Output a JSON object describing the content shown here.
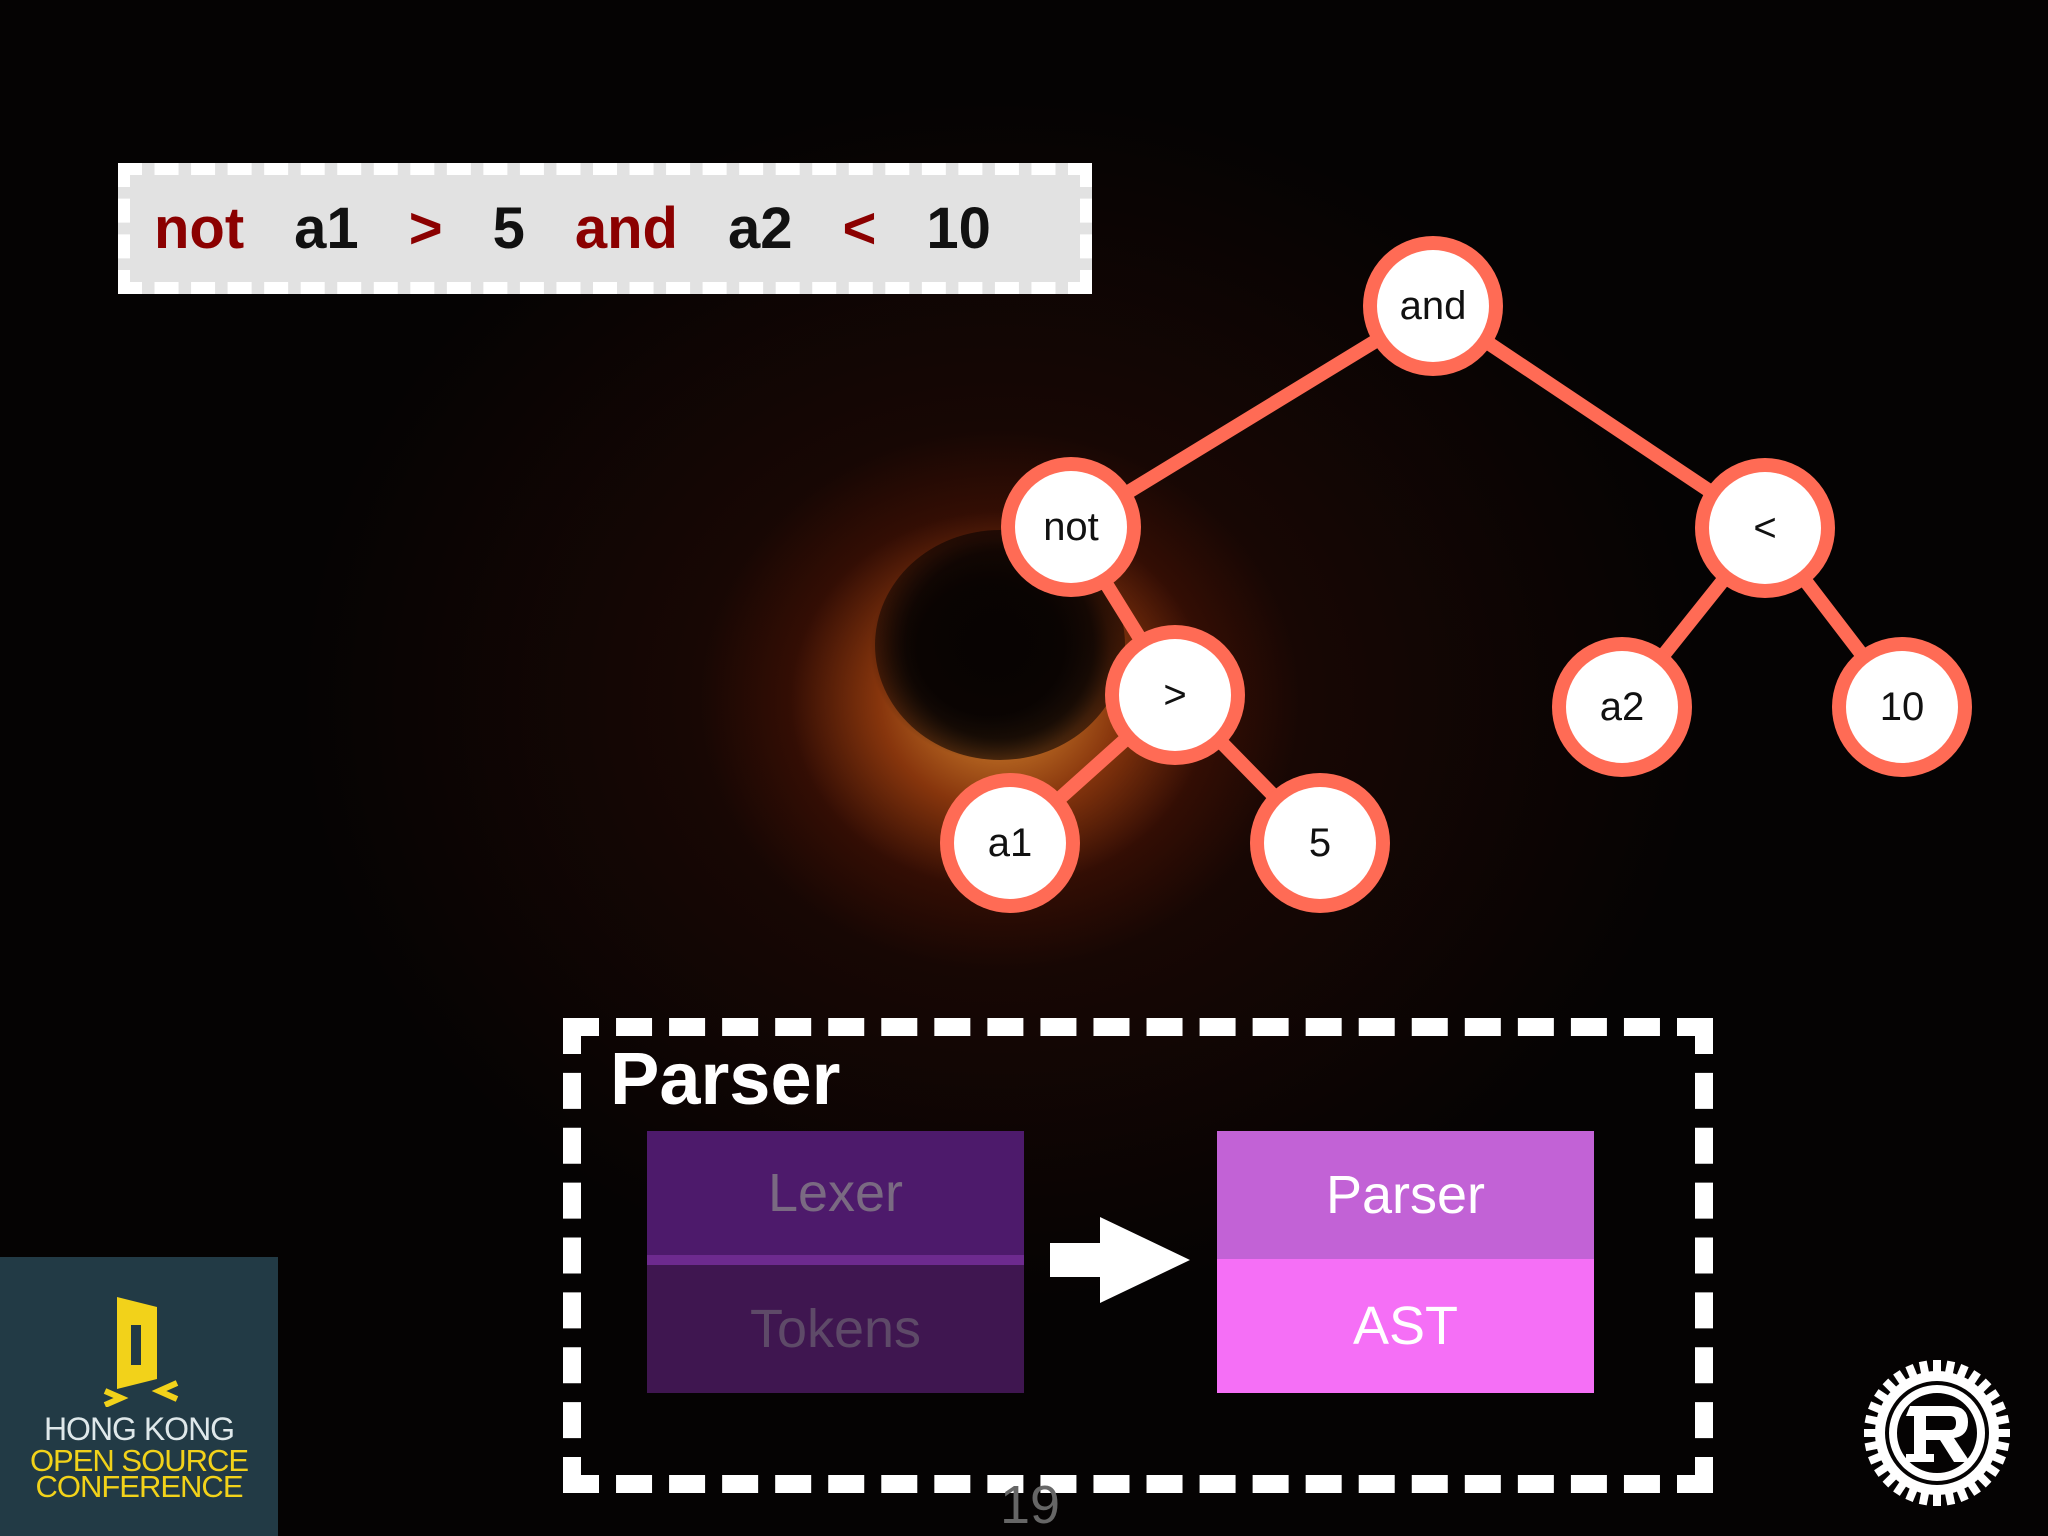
{
  "expression": {
    "tokens": [
      {
        "text": "not",
        "kind": "keyword"
      },
      {
        "text": "a1",
        "kind": "identifier"
      },
      {
        "text": ">",
        "kind": "keyword"
      },
      {
        "text": "5",
        "kind": "identifier"
      },
      {
        "text": "and",
        "kind": "keyword"
      },
      {
        "text": "a2",
        "kind": "identifier"
      },
      {
        "text": "<",
        "kind": "keyword"
      },
      {
        "text": "10",
        "kind": "identifier"
      }
    ]
  },
  "tree": {
    "nodes": {
      "and": "and",
      "not": "not",
      "lt": "<",
      "gt": ">",
      "a2": "a2",
      "ten": "10",
      "a1": "a1",
      "five": "5"
    },
    "edges": [
      [
        "and",
        "not"
      ],
      [
        "and",
        "lt"
      ],
      [
        "not",
        "gt"
      ],
      [
        "gt",
        "a1"
      ],
      [
        "gt",
        "five"
      ],
      [
        "lt",
        "a2"
      ],
      [
        "lt",
        "ten"
      ]
    ]
  },
  "parser_panel": {
    "title": "Parser",
    "lexer": "Lexer",
    "tokens": "Tokens",
    "parser": "Parser",
    "ast": "AST"
  },
  "page_number": "19",
  "hk_logo": {
    "line1": "HONG KONG",
    "line2": "OPEN SOURCE",
    "line3": "CONFERENCE"
  },
  "colors": {
    "node_ring": "#ff6b55",
    "keyword": "#8b0000",
    "lexer_bg": "#4d1a6b",
    "tokens_bg": "#3f1650",
    "parser_bg": "#c262d6",
    "ast_bg": "#f56ff6"
  }
}
